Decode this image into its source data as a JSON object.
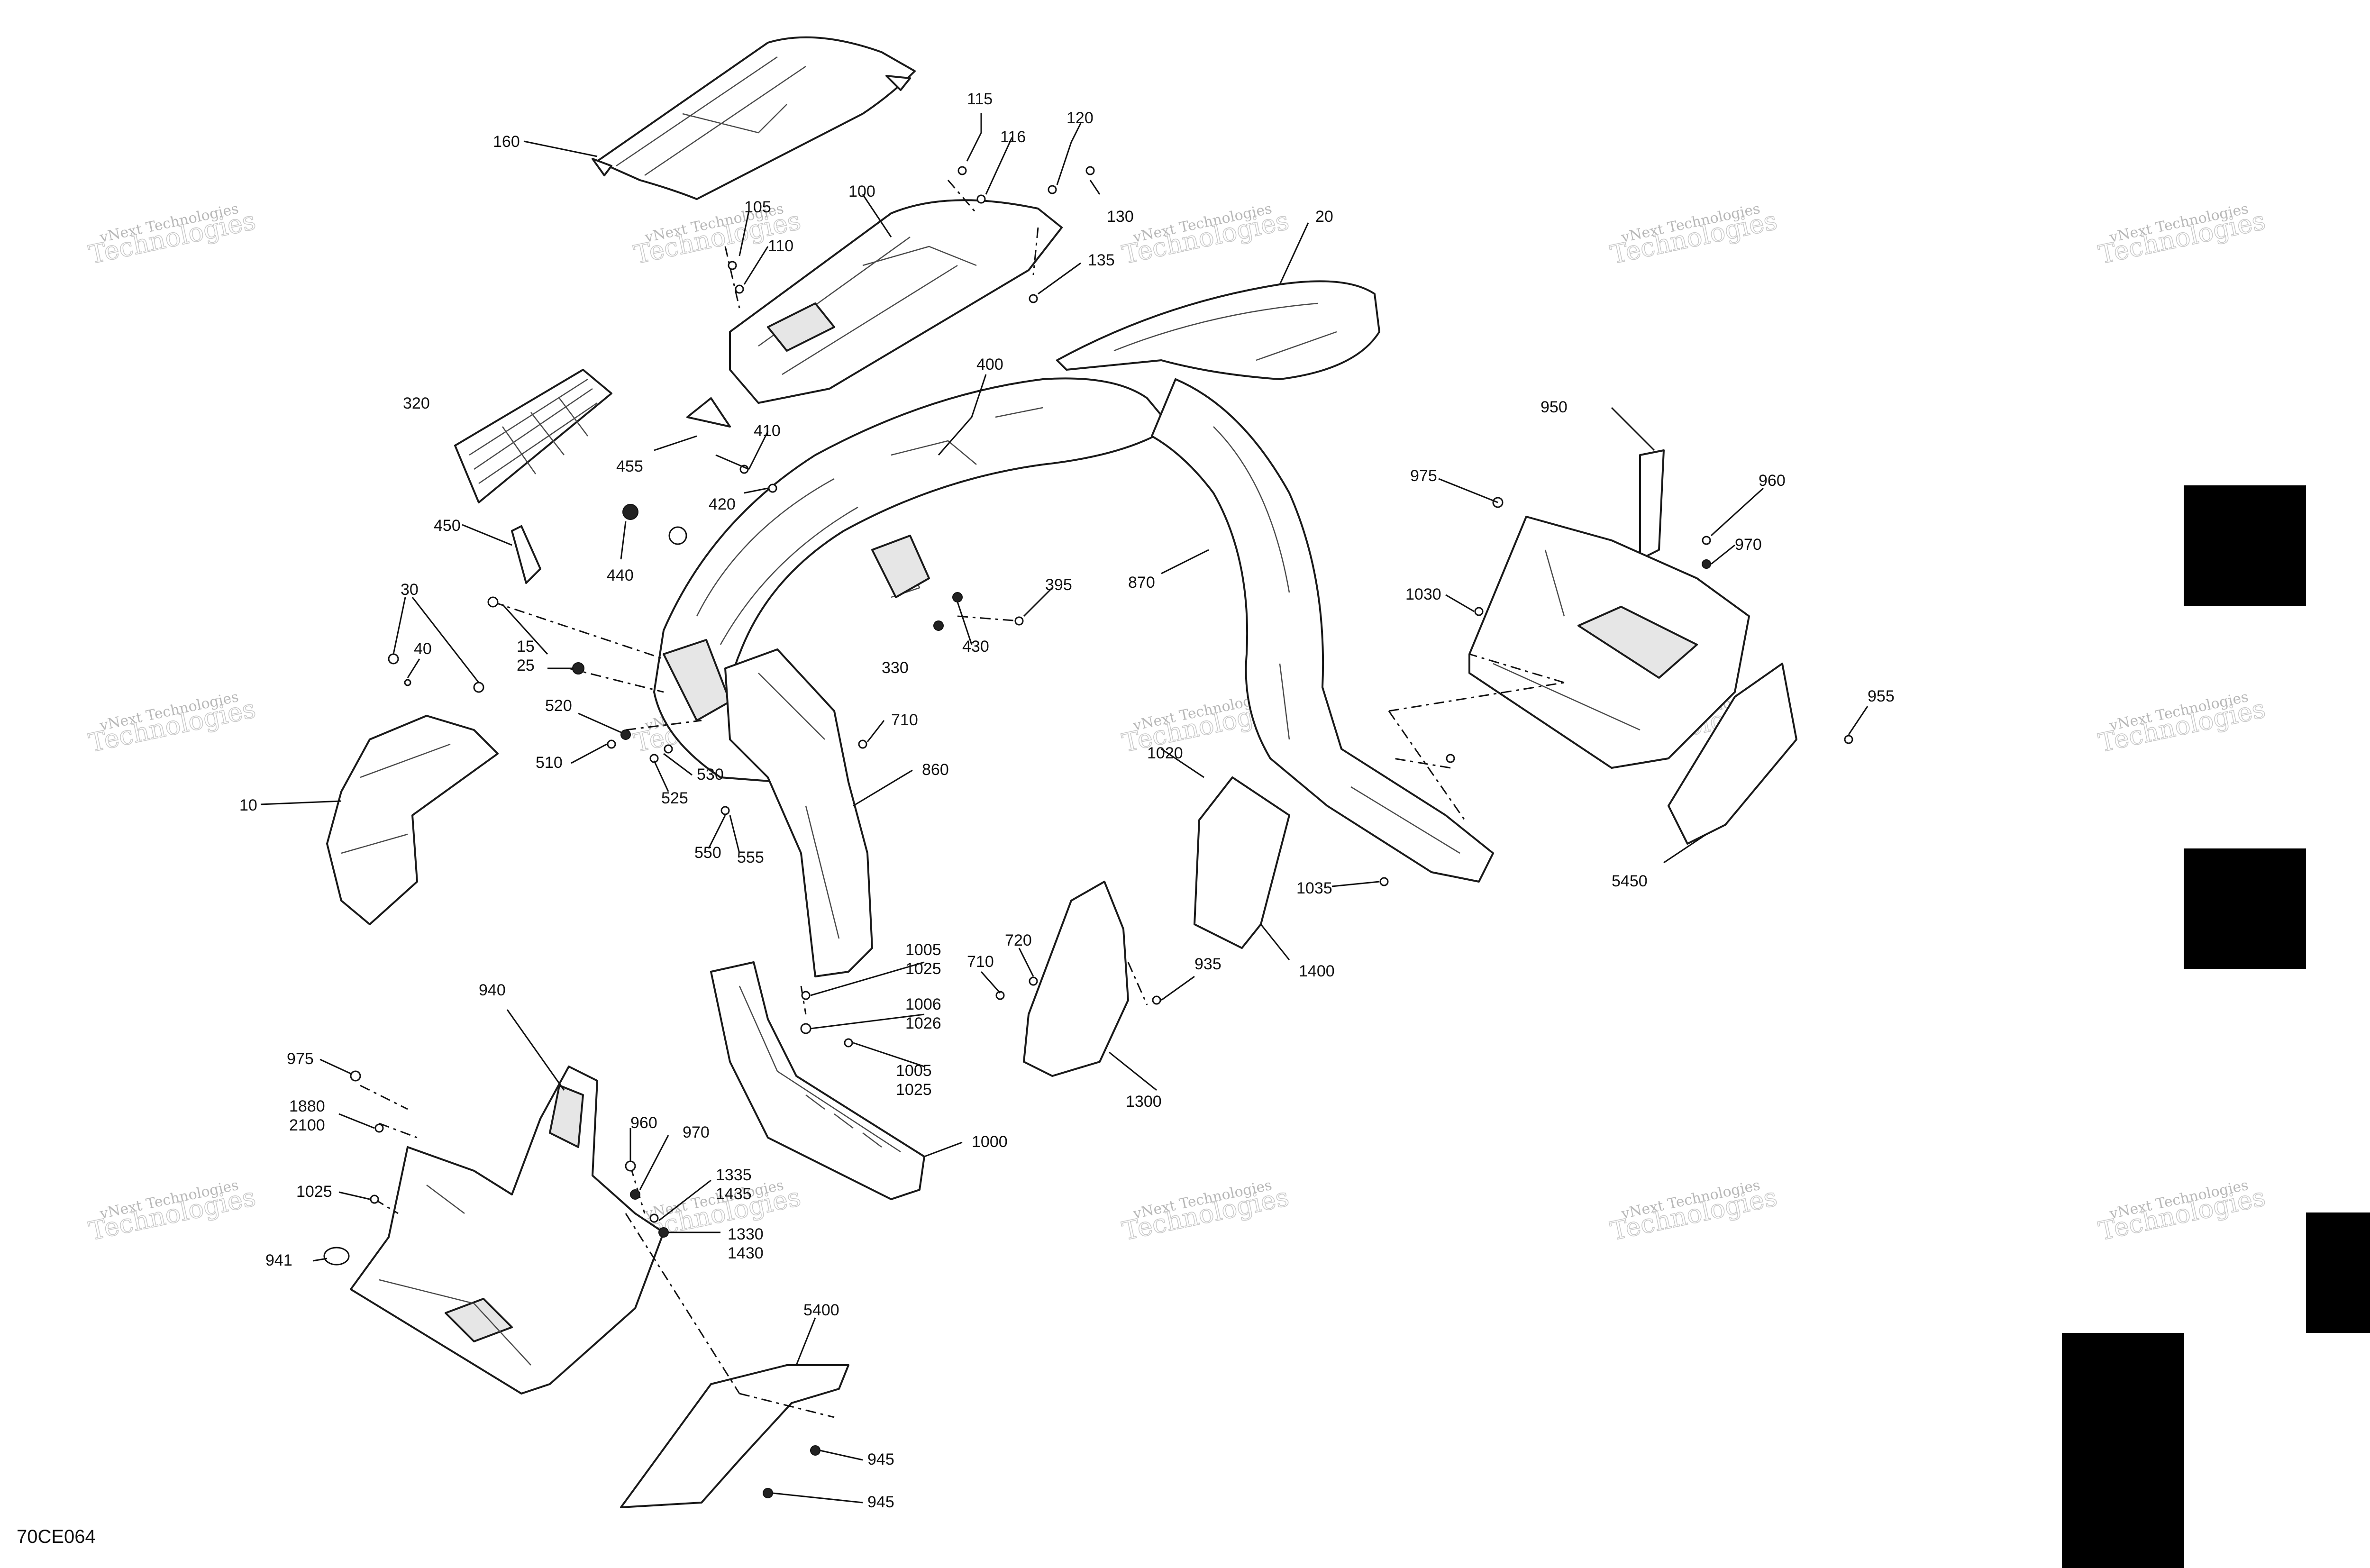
{
  "diagram": {
    "id": "70CE064",
    "watermark": {
      "line1": "vNext Technologies",
      "line2": "Technologies"
    }
  },
  "callouts": {
    "c160": "160",
    "c115": "115",
    "c116": "116",
    "c120": "120",
    "c130": "130",
    "c105": "105",
    "c110": "110",
    "c100": "100",
    "c135": "135",
    "c20": "20",
    "c400": "400",
    "c320": "320",
    "c455": "455",
    "c410": "410",
    "c420": "420",
    "c450": "450",
    "c440": "440",
    "c395": "395",
    "c430": "430",
    "c330": "330",
    "c870": "870",
    "c950": "950",
    "c975a": "975",
    "c960a": "960",
    "c970a": "970",
    "c1030": "1030",
    "c955": "955",
    "c5450": "5450",
    "c30": "30",
    "c40": "40",
    "c15": "15",
    "c25": "25",
    "c520": "520",
    "c510": "510",
    "c530": "530",
    "c525": "525",
    "c710a": "710",
    "c860": "860",
    "c550": "550",
    "c555": "555",
    "c10": "10",
    "c1020": "1020",
    "c1035": "1035",
    "c1400": "1400",
    "c1005a": "1005",
    "c1025a": "1025",
    "c1006": "1006",
    "c1026": "1026",
    "c1005b": "1005",
    "c1025b": "1025",
    "c720": "720",
    "c710b": "710",
    "c935": "935",
    "c1300": "1300",
    "c1000": "1000",
    "c940": "940",
    "c975b": "975",
    "c1880": "1880",
    "c2100": "2100",
    "c960b": "960",
    "c970b": "970",
    "c1335": "1335",
    "c1435": "1435",
    "c1330": "1330",
    "c1430": "1430",
    "c1025c": "1025",
    "c941": "941",
    "c5400": "5400",
    "c945a": "945",
    "c945b": "945"
  }
}
